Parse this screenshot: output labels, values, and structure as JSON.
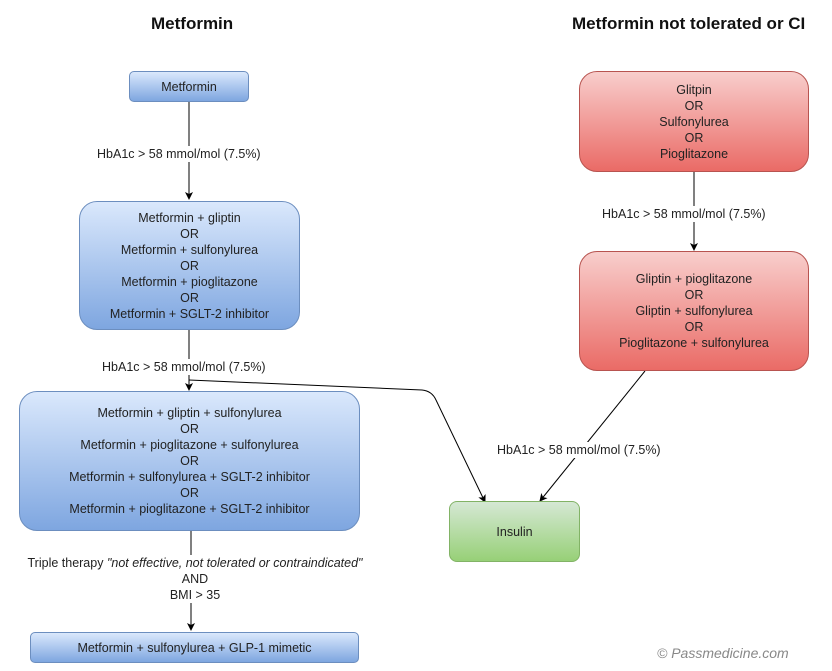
{
  "titles": {
    "left": "Metformin",
    "right": "Metformin not tolerated or CI"
  },
  "left_column": {
    "step1": {
      "lines": [
        "Metformin"
      ]
    },
    "edge1_label": "HbA1c > 58 mmol/mol (7.5%)",
    "step2": {
      "lines": [
        "Metformin + gliptin",
        "OR",
        "Metformin + sulfonylurea",
        "OR",
        "Metformin + pioglitazone",
        "OR",
        "Metformin + SGLT-2 inhibitor"
      ]
    },
    "edge2_label": "HbA1c > 58 mmol/mol (7.5%)",
    "step3": {
      "lines": [
        "Metformin + gliptin + sulfonylurea",
        "OR",
        "Metformin + pioglitazone + sulfonylurea",
        "OR",
        "Metformin + sulfonylurea + SGLT-2 inhibitor",
        "OR",
        "Metformin + pioglitazone + SGLT-2 inhibitor"
      ]
    },
    "edge3_label": {
      "prefix": "Triple therapy ",
      "quote": "\"not effective, not tolerated or contraindicated\"",
      "line2": "AND",
      "line3": "BMI > 35"
    },
    "step4": {
      "lines": [
        "Metformin + sulfonylurea + GLP-1 mimetic"
      ]
    }
  },
  "right_column": {
    "step1": {
      "lines": [
        "Glitpin",
        "OR",
        "Sulfonylurea",
        "OR",
        "Pioglitazone"
      ]
    },
    "edge1_label": "HbA1c > 58 mmol/mol (7.5%)",
    "step2": {
      "lines": [
        "Gliptin + pioglitazone",
        "OR",
        "Gliptin + sulfonylurea",
        "OR",
        "Pioglitazone + sulfonylurea"
      ]
    },
    "edge2_label": "HbA1c > 58 mmol/mol (7.5%)"
  },
  "insulin": {
    "lines": [
      "Insulin"
    ]
  },
  "copyright": "© Passmedicine.com",
  "colors": {
    "blue_fill_top": "#dae8fc",
    "blue_fill_bottom": "#7ea6e0",
    "blue_stroke": "#6c8ebf",
    "red_fill_top": "#f8cecc",
    "red_fill_bottom": "#ea6b66",
    "red_stroke": "#b85450",
    "green_fill_top": "#d5e8d4",
    "green_fill_bottom": "#97d077",
    "green_stroke": "#82b366"
  }
}
